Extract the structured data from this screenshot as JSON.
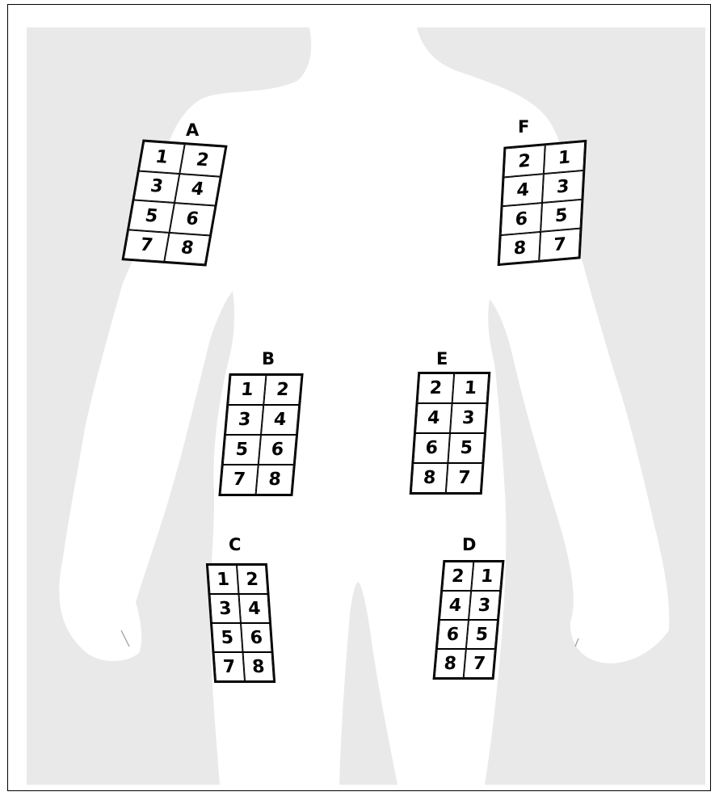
{
  "colors": {
    "background": "#e9e9e9",
    "body": "#ffffff",
    "ink": "#000000"
  },
  "sites": [
    {
      "id": "A",
      "letter": "A",
      "cells": [
        "1",
        "2",
        "3",
        "4",
        "5",
        "6",
        "7",
        "8"
      ]
    },
    {
      "id": "F",
      "letter": "F",
      "cells": [
        "2",
        "1",
        "4",
        "3",
        "6",
        "5",
        "8",
        "7"
      ]
    },
    {
      "id": "B",
      "letter": "B",
      "cells": [
        "1",
        "2",
        "3",
        "4",
        "5",
        "6",
        "7",
        "8"
      ]
    },
    {
      "id": "E",
      "letter": "E",
      "cells": [
        "2",
        "1",
        "4",
        "3",
        "6",
        "5",
        "8",
        "7"
      ]
    },
    {
      "id": "C",
      "letter": "C",
      "cells": [
        "1",
        "2",
        "3",
        "4",
        "5",
        "6",
        "7",
        "8"
      ]
    },
    {
      "id": "D",
      "letter": "D",
      "cells": [
        "2",
        "1",
        "4",
        "3",
        "6",
        "5",
        "8",
        "7"
      ]
    }
  ]
}
